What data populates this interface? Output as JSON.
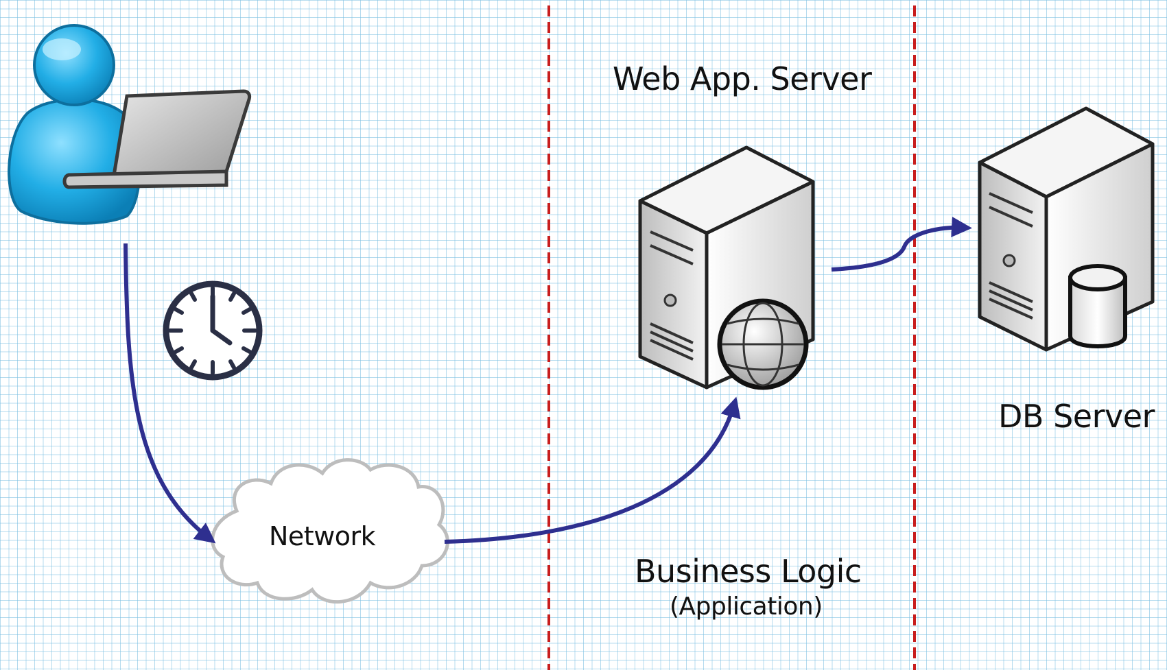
{
  "labels": {
    "web_server": "Web App. Server",
    "db_server": "DB Server",
    "network": "Network",
    "business_logic": "Business Logic",
    "application": "(Application)"
  },
  "colors": {
    "arrow": "#2e2f8f",
    "tier_divider": "#c81e1e",
    "user_figure": "#1fa8e0",
    "cloud_outline": "#bdbdbd",
    "grid": "#8cc8e6"
  },
  "icons": [
    "user-laptop-icon",
    "clock-icon",
    "network-cloud",
    "web-server-icon",
    "globe-icon",
    "db-server-icon",
    "database-cylinder-icon"
  ]
}
